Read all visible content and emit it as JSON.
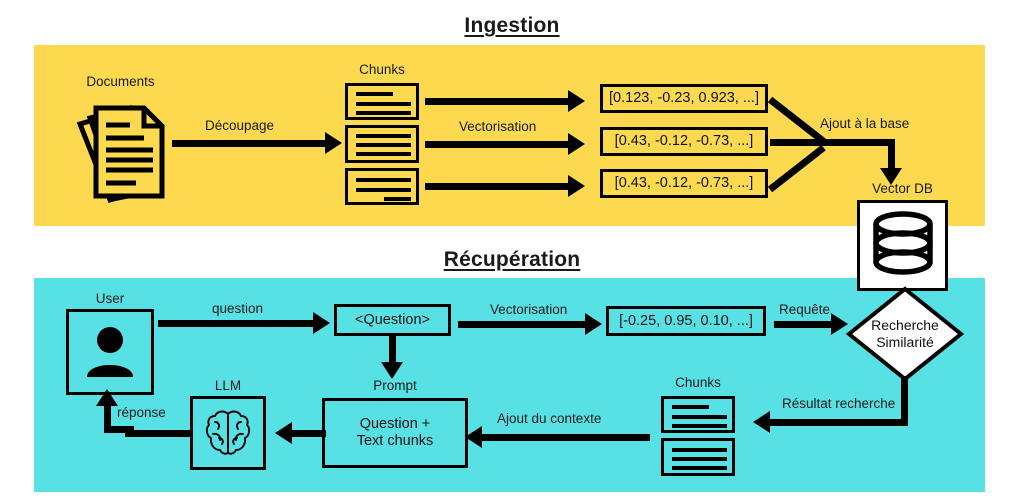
{
  "sections": {
    "ingestion": {
      "title": "Ingestion",
      "band_color": "#FCD94F"
    },
    "retrieval": {
      "title": "Récupération",
      "band_color": "#57E1E4"
    }
  },
  "ingestion": {
    "documents": {
      "caption": "Documents",
      "icon": "documents-stack-icon"
    },
    "step_chunking": {
      "label": "Découpage"
    },
    "chunks": {
      "caption": "Chunks",
      "count": 3
    },
    "step_vectorisation": {
      "label": "Vectorisation"
    },
    "vectors": [
      "[0.123, -0.23, 0.923, ...]",
      "[0.43, -0.12, -0.73, ...]",
      "[0.43, -0.12, -0.73, ...]"
    ],
    "step_add_to_db": {
      "label": "Ajout à la base"
    },
    "vector_db": {
      "caption": "Vector DB",
      "icon": "database-cylinder-icon"
    }
  },
  "retrieval": {
    "user": {
      "caption": "User",
      "icon": "user-avatar-icon"
    },
    "step_question": {
      "label": "question"
    },
    "question_box": {
      "text": "<Question>"
    },
    "step_vectorisation": {
      "label": "Vectorisation"
    },
    "query_vector": "[-0.25, 0.95, 0.10, ...]",
    "step_query": {
      "label": "Requête"
    },
    "similarity": {
      "line1": "Recherche",
      "line2": "Similarité"
    },
    "step_search_result": {
      "label": "Résultat recherche"
    },
    "chunks": {
      "caption": "Chunks",
      "count": 2
    },
    "step_add_context": {
      "label": "Ajout du contexte"
    },
    "prompt": {
      "caption": "Prompt",
      "line1": "Question +",
      "line2": "Text chunks"
    },
    "llm": {
      "caption": "LLM",
      "icon": "brain-icon"
    },
    "step_response": {
      "label": "réponse"
    }
  },
  "colors": {
    "yellow": "#FCD94F",
    "cyan": "#57E1E4",
    "ink": "#000000",
    "page": "#FFFFFF"
  }
}
